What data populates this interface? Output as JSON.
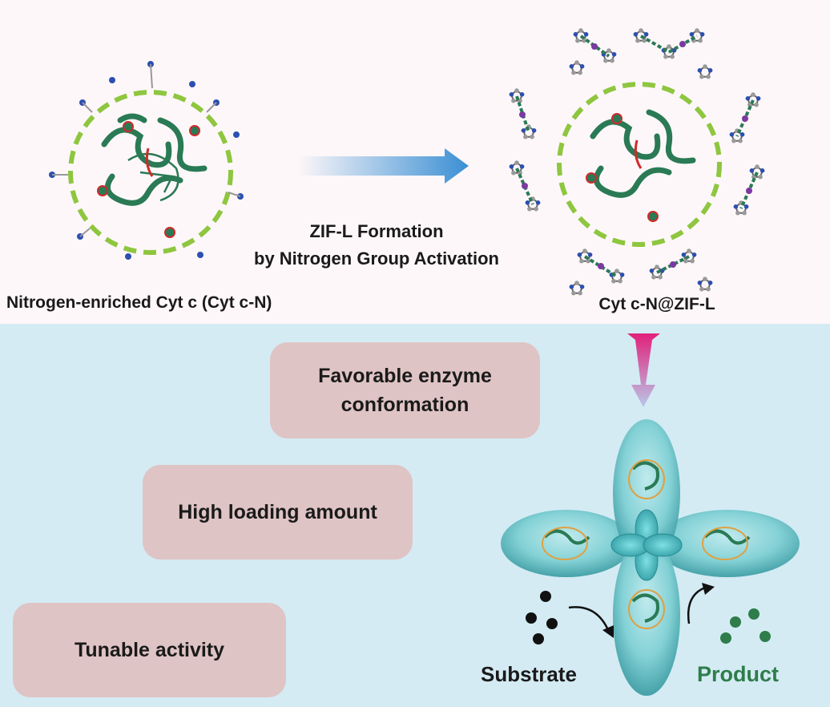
{
  "labels": {
    "left_protein": "Nitrogen-enriched Cyt c (Cyt c-N)",
    "process_line1": "ZIF-L Formation",
    "process_line2": "by Nitrogen Group Activation",
    "right_composite": "Cyt c-N@ZIF-L"
  },
  "features": [
    {
      "line1": "Favorable enzyme",
      "line2": "conformation"
    },
    {
      "line1": "High loading amount"
    },
    {
      "line1": "Tunable activity"
    }
  ],
  "reaction": {
    "substrate": "Substrate",
    "product": "Product"
  },
  "colors": {
    "protein_green": "#2a7a55",
    "dashed_shell": "#8ec63f",
    "arrow_blue": "#3a8fd4",
    "arrow_pink": "#e2207a",
    "pill_bg": "#dfc4c5",
    "product_green": "#2e7d4a",
    "petal_teal": "#5fc4c8"
  }
}
